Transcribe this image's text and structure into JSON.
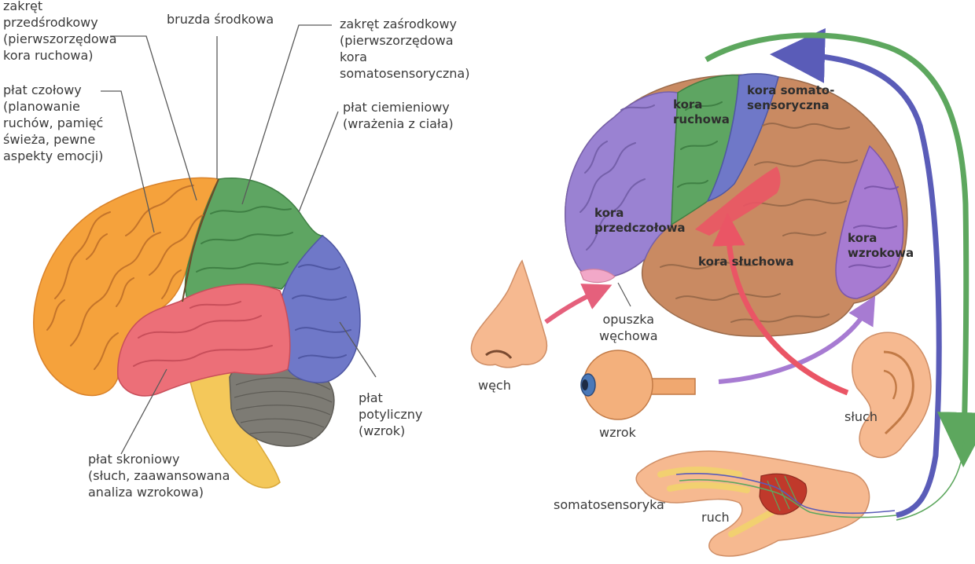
{
  "left_labels": {
    "precentral": "zakręt\nprzedśrodkowy\n(pierwszorzędowa\nkora ruchowa)",
    "central_sulcus": "bruzda środkowa",
    "postcentral": "zakręt zaśrodkowy\n(pierwszorzędowa\nkora\nsomatosensoryczna)",
    "frontal": "płat czołowy\n(planowanie\nruchów, pamięć\nświeża, pewne\naspekty emocji)",
    "parietal": "płat ciemieniowy\n(wrażenia z ciała)",
    "occipital": "płat\npotyliczny\n(wzrok)",
    "temporal": "płat skroniowy\n(słuch, zaawansowana\nanaliza wzrokowa)"
  },
  "right_labels": {
    "motor_cortex": "kora\nruchowa",
    "somatosensory_cortex": "kora somato-\nsensoryczna",
    "prefrontal_cortex": "kora\nprzedczołowa",
    "auditory_cortex": "kora słuchowa",
    "visual_cortex": "kora\nwzrokowa",
    "olfactory_bulb": "opuszka\nwęchowa",
    "smell": "węch",
    "sight": "wzrok",
    "hearing": "słuch",
    "somatosensory": "somatosensoryka",
    "movement": "ruch"
  },
  "colors": {
    "frontal": "#f5a23c",
    "motor": "#5ea562",
    "parietal": "#6f78c8",
    "temporal": "#ec6f78",
    "cerebellum": "#7d7b74",
    "brainstem": "#f4c85a",
    "prefrontal": "#9a82d2",
    "brown": "#c98a62",
    "arrow_blue": "#5a5cb8",
    "arrow_green": "#5da75e",
    "arrow_red": "#ea5565",
    "arrow_purple": "#a77bd2",
    "skin": "#f6b990"
  }
}
